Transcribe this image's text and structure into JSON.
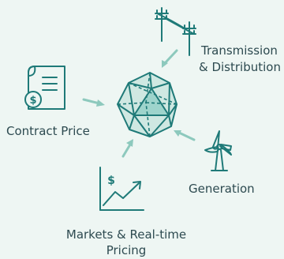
{
  "nodes": {
    "transmission": {
      "line1": "Transmission",
      "line2": "& Distribution",
      "icon": "power-pole-icon"
    },
    "contract": {
      "label": "Contract Price",
      "icon": "contract-document-icon"
    },
    "generation": {
      "label": "Generation",
      "icon": "wind-turbine-icon"
    },
    "markets": {
      "line1": "Markets & Real-time",
      "line2": "Pricing",
      "icon": "price-chart-icon",
      "symbol": "$"
    },
    "center": {
      "icon": "icosahedron-icon"
    }
  },
  "colors": {
    "background": "#eef6f3",
    "icon_stroke": "#1f7a78",
    "arrow": "#8dc9bd",
    "text": "#2d4a50",
    "center_fill": "#9ed4cc"
  }
}
